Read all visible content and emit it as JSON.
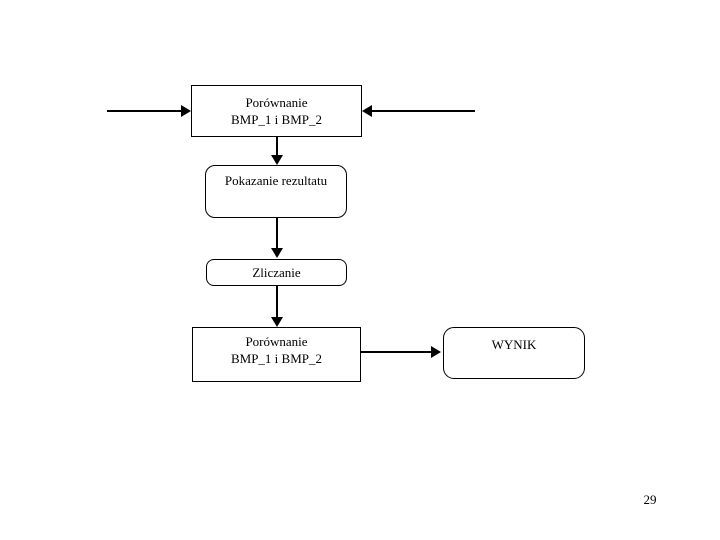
{
  "slide": {
    "background_color": "#ffffff",
    "page_number": "29"
  },
  "flowchart": {
    "stroke_color": "#000000",
    "text_color": "#000000",
    "nodes": [
      {
        "id": "compare-top",
        "shape": "rectangle",
        "label": "Porównanie\nBMP_1 i BMP_2"
      },
      {
        "id": "show-result",
        "shape": "rounded-rectangle",
        "label": "Pokazanie rezultatu"
      },
      {
        "id": "counting",
        "shape": "rounded-rectangle",
        "label": "Zliczanie"
      },
      {
        "id": "compare-bottom",
        "shape": "rectangle",
        "label": "Porównanie\nBMP_1 i BMP_2"
      },
      {
        "id": "result",
        "shape": "rounded-rectangle",
        "label": "WYNIK"
      }
    ],
    "edges": [
      {
        "from": "input-left",
        "to": "compare-top",
        "direction": "right"
      },
      {
        "from": "input-right",
        "to": "compare-top",
        "direction": "left"
      },
      {
        "from": "compare-top",
        "to": "show-result",
        "direction": "down"
      },
      {
        "from": "show-result",
        "to": "counting",
        "direction": "down"
      },
      {
        "from": "counting",
        "to": "compare-bottom",
        "direction": "down"
      },
      {
        "from": "compare-bottom",
        "to": "result",
        "direction": "right"
      }
    ]
  }
}
